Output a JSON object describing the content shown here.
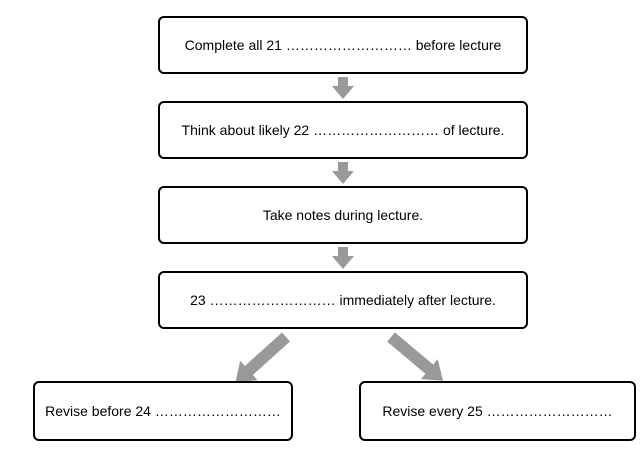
{
  "diagram": {
    "steps": [
      {
        "text": "Complete all 21 ………………………  before lecture"
      },
      {
        "text": "Think about likely 22 ………………………  of lecture."
      },
      {
        "text": "Take notes during lecture."
      },
      {
        "text": "23 ………………………  immediately after lecture."
      },
      {
        "text": "Revise before 24 ………………………"
      },
      {
        "text": "Revise every 25 ………………………"
      }
    ],
    "arrow_color": "#999999",
    "box_border_color": "#000000"
  }
}
